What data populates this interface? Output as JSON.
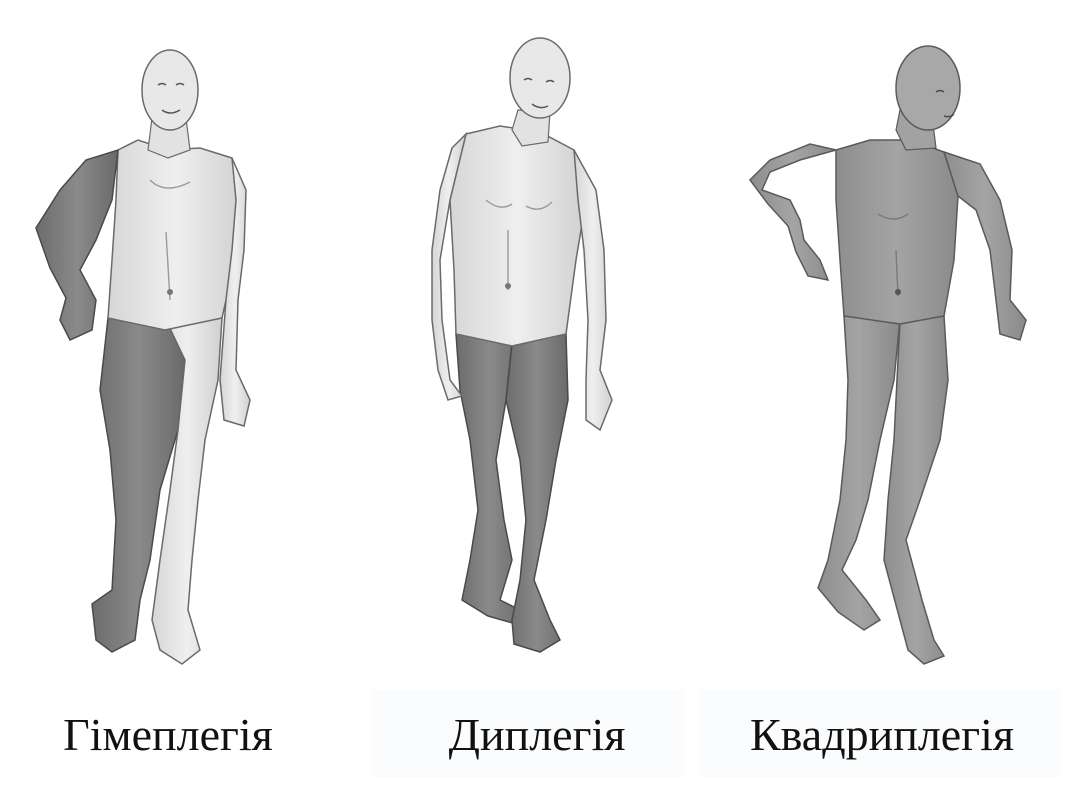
{
  "figure": {
    "panels": [
      {
        "id": "hemiplegia",
        "label": "Гімеплегія",
        "affected": "left-arm-left-leg"
      },
      {
        "id": "diplegia",
        "label": "Диплегія",
        "affected": "both-legs"
      },
      {
        "id": "quadriplegia",
        "label": "Квадриплегія",
        "affected": "whole-body"
      }
    ]
  },
  "colors": {
    "background": "#ffffff",
    "skin_unaffected": "#e6e6e6",
    "skin_affected": "#7f7f7f",
    "outline": "#5a5a5a",
    "caption_text": "#111111"
  }
}
